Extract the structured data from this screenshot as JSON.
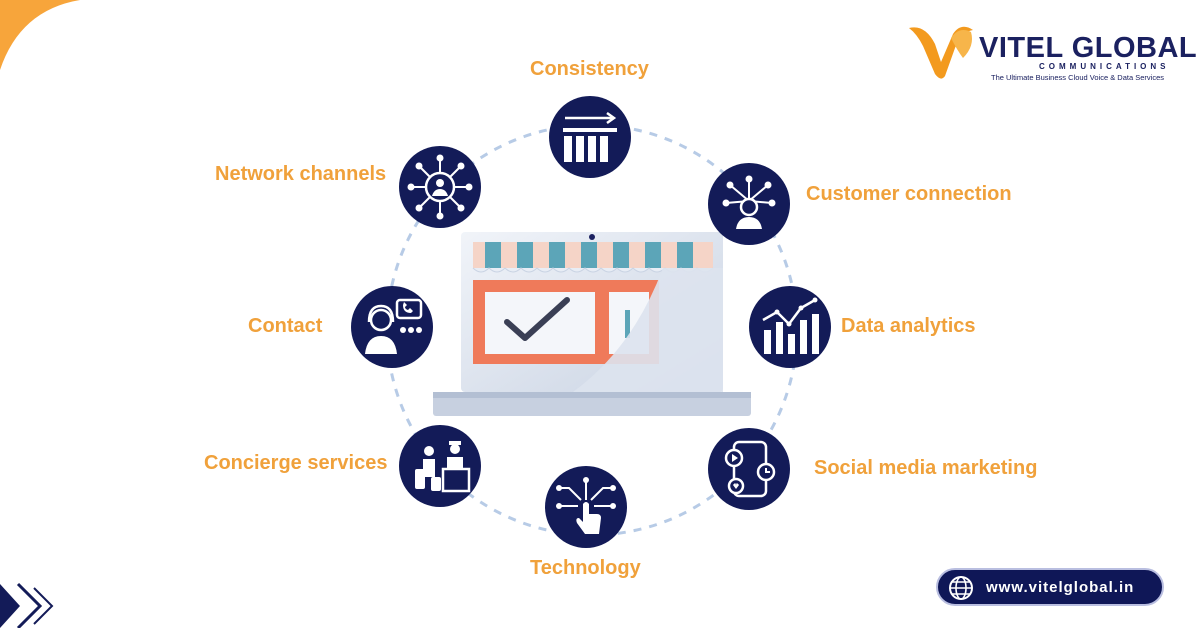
{
  "brand": {
    "name": "VITEL GLOBAL",
    "sub": "COMMUNICATIONS",
    "tagline": "The Ultimate Business Cloud Voice & Data Services"
  },
  "nodes": [
    {
      "label": "Consistency",
      "icon": "bar-chart-arrow-icon"
    },
    {
      "label": "Customer connection",
      "icon": "person-network-icon"
    },
    {
      "label": "Data analytics",
      "icon": "analytics-chart-icon"
    },
    {
      "label": "Social media marketing",
      "icon": "social-media-icon"
    },
    {
      "label": "Technology",
      "icon": "touch-circuit-icon"
    },
    {
      "label": "Concierge services",
      "icon": "concierge-icon"
    },
    {
      "label": "Contact",
      "icon": "support-agent-icon"
    },
    {
      "label": "Network channels",
      "icon": "network-hub-icon"
    }
  ],
  "footer": {
    "url": "www.vitelglobal.in"
  },
  "colors": {
    "navy": "#131b58",
    "orange": "#f0a13b",
    "ring": "#b7cbe6"
  }
}
